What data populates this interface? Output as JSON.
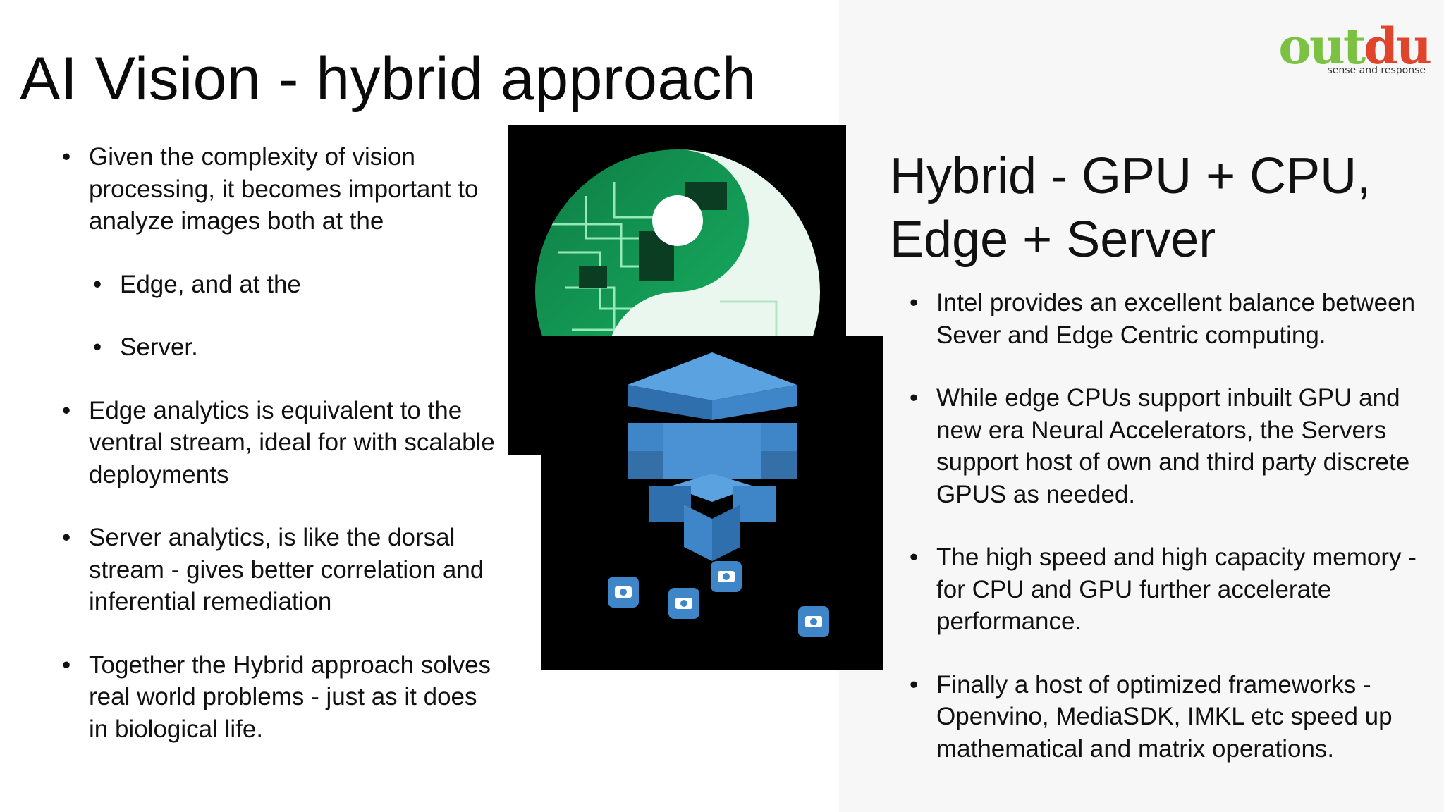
{
  "slide": {
    "title": "AI Vision - hybrid approach",
    "logo": {
      "word_part1": "out",
      "word_part2": "du",
      "tagline": "sense and response"
    },
    "left_bullets": [
      "Given the complexity of vision processing, it becomes important to analyze images both at the",
      "Edge, and at the",
      "Server.",
      "Edge analytics is equivalent to the ventral stream, ideal for with scalable deployments",
      "Server analytics, is like the dorsal stream - gives better correlation and inferential remediation",
      "Together the Hybrid approach solves real world problems - just as it does in biological life."
    ],
    "right_heading_line1": "Hybrid - GPU + CPU,",
    "right_heading_line2": "Edge + Server",
    "right_bullets": [
      "Intel provides an excellent balance between Sever and Edge Centric computing.",
      "While edge CPUs support inbuilt GPU and new era Neural Accelerators, the Servers support host of own and third party discrete GPUS as needed.",
      "The high speed and high capacity memory - for CPU and GPU further accelerate performance.",
      "Finally a host of optimized frameworks - Openvino, MediaSDK, IMKL etc speed up mathematical and matrix operations."
    ],
    "colors": {
      "logo_green": "#7cc242",
      "logo_red": "#e0442b",
      "circuit_green": "#12a35a",
      "cube_blue": "#3f86c9"
    },
    "images": {
      "back": "yin-yang-circuit-board-image",
      "front": "edge-camera-cubes-image"
    }
  }
}
